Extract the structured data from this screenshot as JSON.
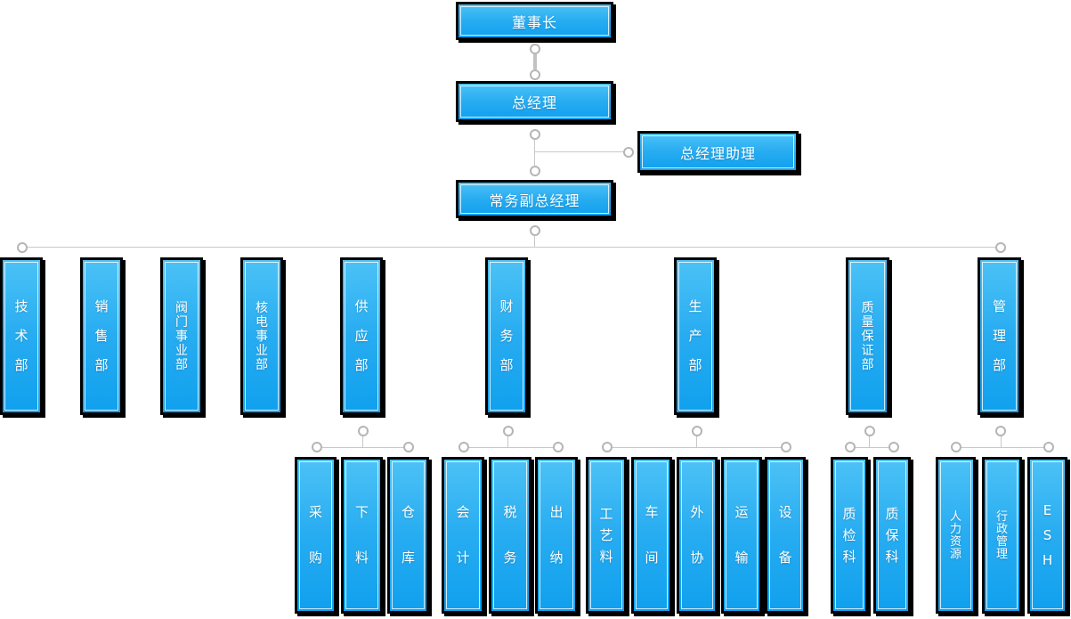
{
  "org": {
    "chairman": "董事长",
    "general_manager": "总经理",
    "gm_assistant": "总经理助理",
    "deputy_general_manager": "常务副总经理",
    "departments": [
      {
        "label": "技术部"
      },
      {
        "label": "销售部"
      },
      {
        "label": "阀门事业部"
      },
      {
        "label": "核电事业部"
      },
      {
        "label": "供应部",
        "children": [
          "采购",
          "下料",
          "仓库"
        ]
      },
      {
        "label": "财务部",
        "children": [
          "会计",
          "税务",
          "出纳"
        ]
      },
      {
        "label": "生产部",
        "children": [
          "工艺料",
          "车间",
          "外协",
          "运输",
          "设备"
        ]
      },
      {
        "label": "质量保证部",
        "children": [
          "质检科",
          "质保科"
        ]
      },
      {
        "label": "管理部",
        "children": [
          "人力资源",
          "行政管理",
          "ESH"
        ]
      }
    ]
  },
  "colors": {
    "box_gradient_top": "#4cc2f6",
    "box_gradient_bottom": "#10a0ee",
    "box_border": "#000000",
    "box_inner_border": "#ffffff",
    "box_text": "#ffffff",
    "connector_line": "#c8c8c8",
    "connector_dot_ring": "#b5b5b5",
    "background": "#ffffff"
  }
}
